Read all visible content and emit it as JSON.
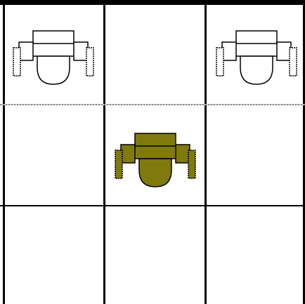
{
  "board": {
    "rows": 3,
    "cols": 3,
    "colors": {
      "grid_line": "#000000",
      "inactive_fill": "#ffffff",
      "active_fill": "#807a0c",
      "outline": "#000000"
    },
    "cells": [
      {
        "row": 0,
        "col": 0,
        "piece": "robot-outline-icon",
        "selected": false
      },
      {
        "row": 0,
        "col": 1,
        "piece": null,
        "selected": false
      },
      {
        "row": 0,
        "col": 2,
        "piece": "robot-outline-icon",
        "selected": false
      },
      {
        "row": 1,
        "col": 0,
        "piece": null,
        "selected": false
      },
      {
        "row": 1,
        "col": 1,
        "piece": "robot-filled-icon",
        "selected": true
      },
      {
        "row": 1,
        "col": 2,
        "piece": null,
        "selected": false
      },
      {
        "row": 2,
        "col": 0,
        "piece": null,
        "selected": false
      },
      {
        "row": 2,
        "col": 1,
        "piece": null,
        "selected": false
      },
      {
        "row": 2,
        "col": 2,
        "piece": null,
        "selected": false
      }
    ]
  }
}
